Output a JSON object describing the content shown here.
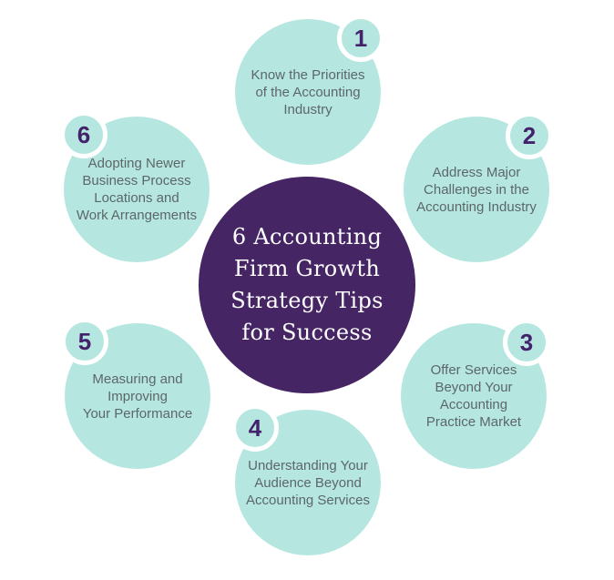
{
  "diagram": {
    "center": {
      "lines": [
        "6 Accounting",
        "Firm Growth",
        "Strategy Tips",
        "for Success"
      ]
    },
    "items": [
      {
        "number": "1",
        "lines": [
          "Know the Priorities",
          "of the Accounting",
          "Industry"
        ]
      },
      {
        "number": "2",
        "lines": [
          "Address Major",
          "Challenges in the",
          "Accounting Industry"
        ]
      },
      {
        "number": "3",
        "lines": [
          "Offer Services",
          "Beyond Your",
          "Accounting",
          "Practice Market"
        ]
      },
      {
        "number": "4",
        "lines": [
          "Understanding Your",
          "Audience Beyond",
          "Accounting Services"
        ]
      },
      {
        "number": "5",
        "lines": [
          "Measuring and",
          "Improving",
          "Your Performance"
        ]
      },
      {
        "number": "6",
        "lines": [
          "Adopting Newer",
          "Business Process",
          "Locations and",
          "Work Arrangements"
        ]
      }
    ],
    "colors": {
      "background": "#ffffff",
      "circle_fill": "#b5e7e0",
      "center_fill": "#462565",
      "center_text": "#ffffff",
      "item_text": "#5d666a",
      "number_text": "#44216b",
      "badge_ring": "#ffffff"
    }
  }
}
